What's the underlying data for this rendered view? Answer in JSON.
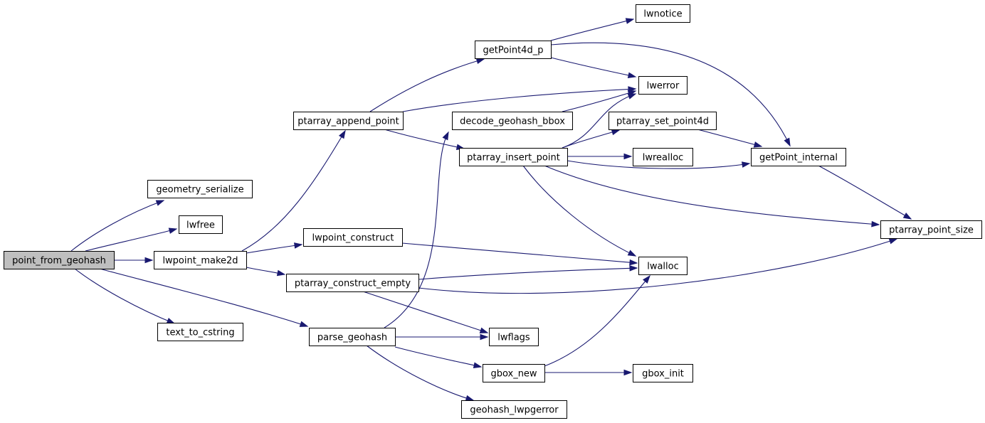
{
  "nodes": [
    {
      "id": "point_from_geohash",
      "label": "point_from_geohash",
      "highlighted": true
    },
    {
      "id": "geometry_serialize",
      "label": "geometry_serialize"
    },
    {
      "id": "lwfree",
      "label": "lwfree"
    },
    {
      "id": "lwpoint_make2d",
      "label": "lwpoint_make2d"
    },
    {
      "id": "text_to_cstring",
      "label": "text_to_cstring"
    },
    {
      "id": "ptarray_append_point",
      "label": "ptarray_append_point"
    },
    {
      "id": "lwpoint_construct",
      "label": "lwpoint_construct"
    },
    {
      "id": "ptarray_construct_empty",
      "label": "ptarray_construct_empty"
    },
    {
      "id": "parse_geohash",
      "label": "parse_geohash"
    },
    {
      "id": "getPoint4d_p",
      "label": "getPoint4d_p"
    },
    {
      "id": "decode_geohash_bbox",
      "label": "decode_geohash_bbox"
    },
    {
      "id": "ptarray_insert_point",
      "label": "ptarray_insert_point"
    },
    {
      "id": "lwflags",
      "label": "lwflags"
    },
    {
      "id": "gbox_new",
      "label": "gbox_new"
    },
    {
      "id": "geohash_lwpgerror",
      "label": "geohash_lwpgerror"
    },
    {
      "id": "lwnotice",
      "label": "lwnotice"
    },
    {
      "id": "lwerror",
      "label": "lwerror"
    },
    {
      "id": "ptarray_set_point4d",
      "label": "ptarray_set_point4d"
    },
    {
      "id": "lwrealloc",
      "label": "lwrealloc"
    },
    {
      "id": "lwalloc",
      "label": "lwalloc"
    },
    {
      "id": "gbox_init",
      "label": "gbox_init"
    },
    {
      "id": "getPoint_internal",
      "label": "getPoint_internal"
    },
    {
      "id": "ptarray_point_size",
      "label": "ptarray_point_size"
    }
  ],
  "edges": [
    {
      "from": "point_from_geohash",
      "to": "geometry_serialize"
    },
    {
      "from": "point_from_geohash",
      "to": "lwfree"
    },
    {
      "from": "point_from_geohash",
      "to": "lwpoint_make2d"
    },
    {
      "from": "point_from_geohash",
      "to": "text_to_cstring"
    },
    {
      "from": "point_from_geohash",
      "to": "parse_geohash"
    },
    {
      "from": "lwpoint_make2d",
      "to": "ptarray_append_point"
    },
    {
      "from": "lwpoint_make2d",
      "to": "lwpoint_construct"
    },
    {
      "from": "lwpoint_make2d",
      "to": "ptarray_construct_empty"
    },
    {
      "from": "ptarray_append_point",
      "to": "getPoint4d_p"
    },
    {
      "from": "ptarray_append_point",
      "to": "lwerror"
    },
    {
      "from": "ptarray_append_point",
      "to": "ptarray_insert_point"
    },
    {
      "from": "getPoint4d_p",
      "to": "lwnotice"
    },
    {
      "from": "getPoint4d_p",
      "to": "lwerror"
    },
    {
      "from": "getPoint4d_p",
      "to": "getPoint_internal"
    },
    {
      "from": "decode_geohash_bbox",
      "to": "lwerror"
    },
    {
      "from": "ptarray_insert_point",
      "to": "lwerror"
    },
    {
      "from": "ptarray_insert_point",
      "to": "ptarray_set_point4d"
    },
    {
      "from": "ptarray_insert_point",
      "to": "lwrealloc"
    },
    {
      "from": "ptarray_insert_point",
      "to": "getPoint_internal"
    },
    {
      "from": "ptarray_insert_point",
      "to": "ptarray_point_size"
    },
    {
      "from": "ptarray_insert_point",
      "to": "lwalloc"
    },
    {
      "from": "ptarray_set_point4d",
      "to": "getPoint_internal"
    },
    {
      "from": "getPoint_internal",
      "to": "ptarray_point_size"
    },
    {
      "from": "lwpoint_construct",
      "to": "lwalloc"
    },
    {
      "from": "ptarray_construct_empty",
      "to": "lwalloc"
    },
    {
      "from": "ptarray_construct_empty",
      "to": "ptarray_point_size"
    },
    {
      "from": "ptarray_construct_empty",
      "to": "lwflags"
    },
    {
      "from": "parse_geohash",
      "to": "decode_geohash_bbox"
    },
    {
      "from": "parse_geohash",
      "to": "lwflags"
    },
    {
      "from": "parse_geohash",
      "to": "gbox_new"
    },
    {
      "from": "parse_geohash",
      "to": "geohash_lwpgerror"
    },
    {
      "from": "gbox_new",
      "to": "lwalloc"
    },
    {
      "from": "gbox_new",
      "to": "gbox_init"
    }
  ],
  "colors": {
    "edge": "#191970",
    "root_fill": "#bfbfbf",
    "node_fill": "#ffffff",
    "node_border": "#000000"
  }
}
